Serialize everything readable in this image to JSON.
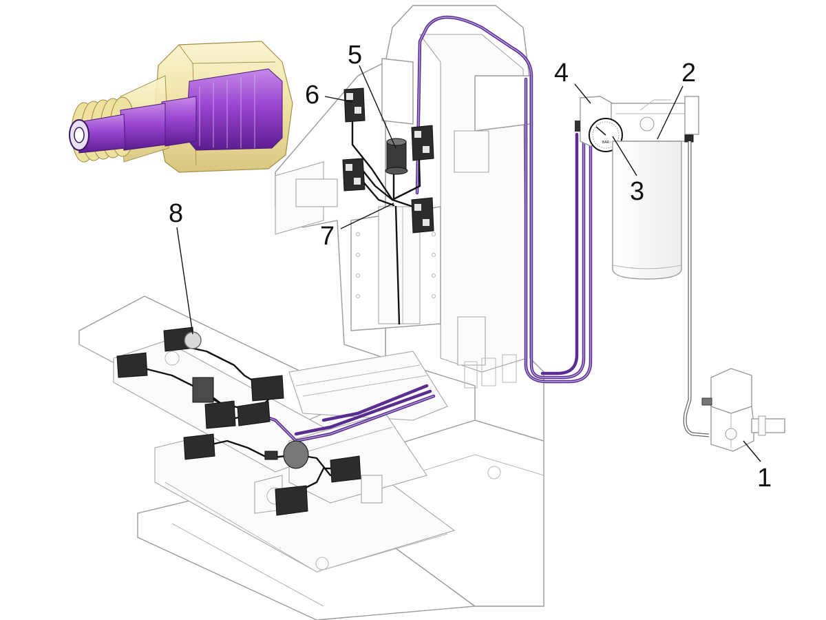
{
  "callouts": [
    {
      "id": "1",
      "text": "1"
    },
    {
      "id": "2",
      "text": "2"
    },
    {
      "id": "3",
      "text": "3"
    },
    {
      "id": "4",
      "text": "4"
    },
    {
      "id": "5",
      "text": "5"
    },
    {
      "id": "6",
      "text": "6"
    },
    {
      "id": "7",
      "text": "7"
    },
    {
      "id": "8",
      "text": "8"
    }
  ],
  "colors": {
    "line_purple": "#5a2d91",
    "line_black": "#111111",
    "fitting_brass": "#f2e6a6",
    "fitting_core": "#8a3fc1",
    "machine_outline": "#9a9a9a"
  },
  "gauge_text": "BAR"
}
